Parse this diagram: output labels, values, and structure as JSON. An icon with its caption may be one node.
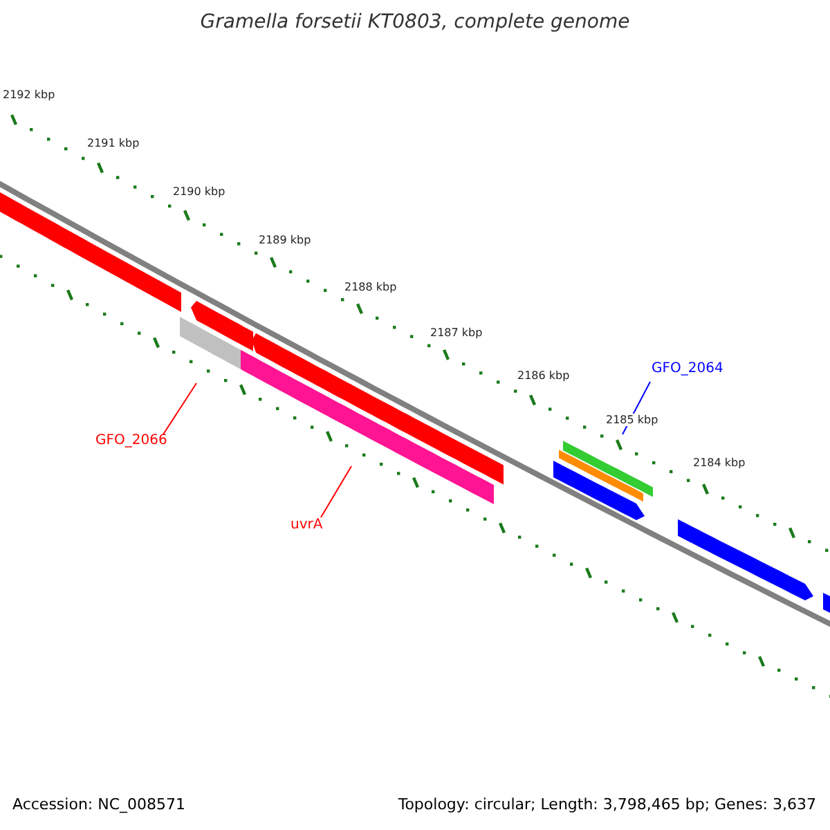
{
  "diagram": {
    "title": "Gramella forsetii KT0803, complete genome",
    "nodes": [
      {
        "text": [
          "GFO_2066"
        ]
      },
      {
        "text": [],
        "shape": "bar"
      },
      {
        "text": [
          "uvrA"
        ]
      },
      {
        "text": [],
        "shape": "bar"
      },
      {
        "text": [
          "GFO_2064"
        ]
      },
      {
        "text": [],
        "shape": "bar"
      }
    ],
    "edges": [
      {
        "from": 0,
        "to": 1,
        "arrow": "none",
        "color": "#ff0000"
      },
      {
        "from": 2,
        "to": 3,
        "arrow": "none",
        "color": "#ff0000"
      },
      {
        "from": 4,
        "to": 5,
        "arrow": "none",
        "color": "#0000ff"
      }
    ],
    "labels": [
      "2192 kbp",
      "2191 kbp",
      "2190 kbp",
      "2189 kbp",
      "2188 kbp",
      "2187 kbp",
      "2186 kbp",
      "2185 kbp",
      "2184 kbp",
      "Accession: NC_008571",
      "Topology: circular; Length: 3,798,465 bp; Genes: 3,637"
    ]
  }
}
